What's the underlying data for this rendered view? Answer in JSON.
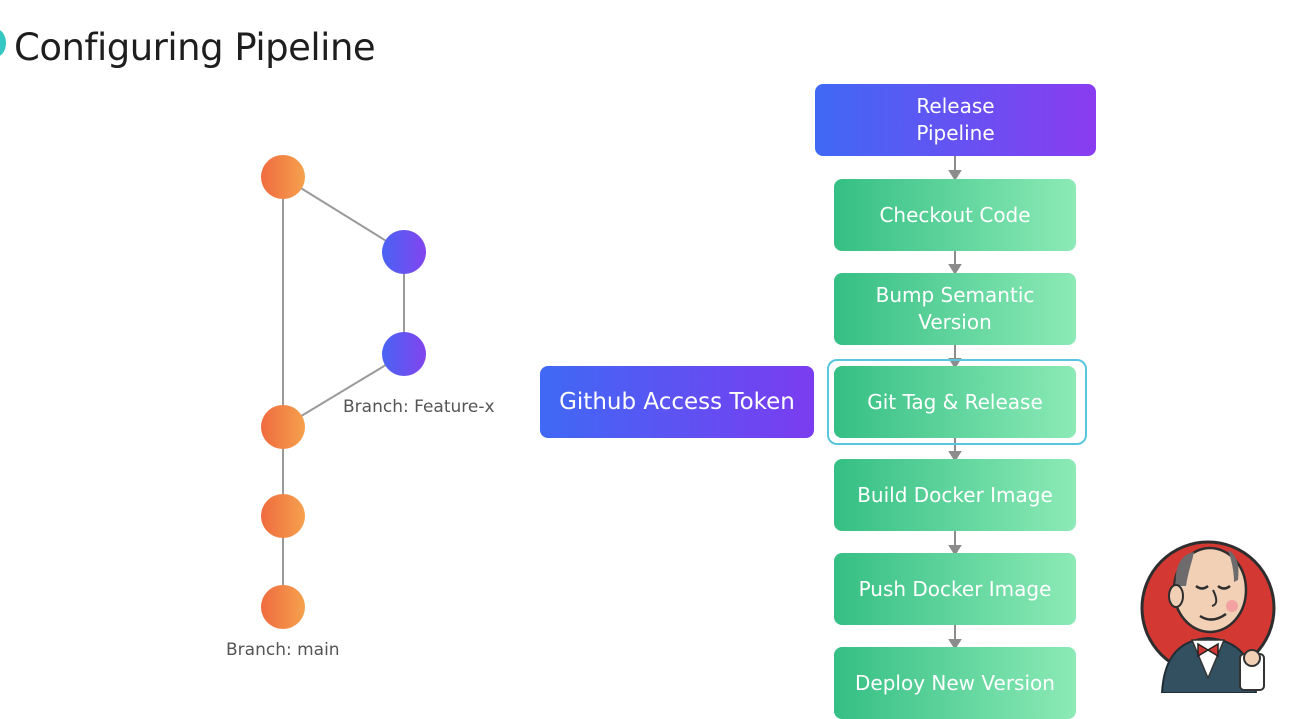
{
  "title": "Configuring Pipeline",
  "branches": {
    "feature_label": "Branch: Feature-x",
    "main_label": "Branch: main"
  },
  "token": {
    "label": "Github Access Token"
  },
  "pipeline": {
    "header": "Release\nPipeline",
    "stages": [
      {
        "label": "Checkout Code"
      },
      {
        "label": "Bump Semantic\nVersion"
      },
      {
        "label": "Git Tag & Release"
      },
      {
        "label": "Build Docker Image"
      },
      {
        "label": "Push Docker Image"
      },
      {
        "label": "Deploy New Version"
      }
    ]
  },
  "colors": {
    "commit_main": "#f07a44",
    "commit_feature": "#5e5cf2",
    "stage_green": "#4cd698",
    "pipeline_blue": "#5b5af3",
    "highlight": "#58c6dc"
  },
  "icons": {
    "mascot": "jenkins-butler-icon"
  }
}
